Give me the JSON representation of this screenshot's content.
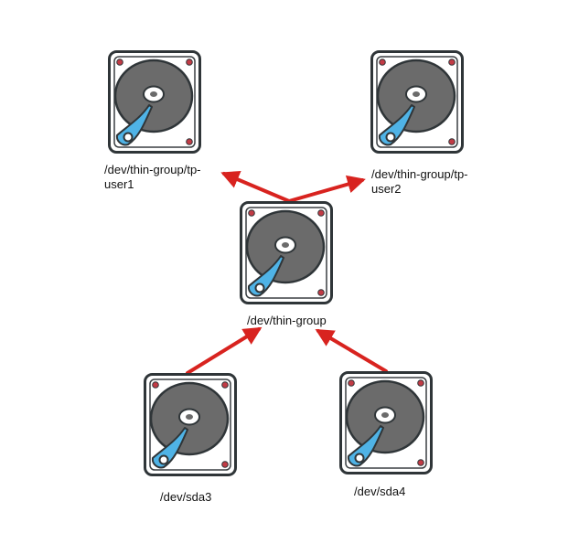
{
  "colors": {
    "drive_outline": "#2f3538",
    "drive_body": "#ffffff",
    "drive_inner_outline": "#3a3f42",
    "platter": "#6b6b6b",
    "spindle": "#ffffff",
    "arm": "#4fb3e6",
    "arm_outline": "#2f3538",
    "screw": "#c23b45",
    "arrow": "#d8231f"
  },
  "nodes": {
    "tp_user1": {
      "label_line1": "/dev/thin-group/tp-",
      "label_line2": "user1",
      "icon": "hard-drive-icon"
    },
    "tp_user2": {
      "label_line1": "/dev/thin-group/tp-",
      "label_line2": "user2",
      "icon": "hard-drive-icon"
    },
    "thin_group": {
      "label": "/dev/thin-group",
      "icon": "hard-drive-icon"
    },
    "sda3": {
      "label": "/dev/sda3",
      "icon": "hard-drive-icon"
    },
    "sda4": {
      "label": "/dev/sda4",
      "icon": "hard-drive-icon"
    }
  },
  "edges": [
    {
      "from": "sda3",
      "to": "thin_group"
    },
    {
      "from": "sda4",
      "to": "thin_group"
    },
    {
      "from": "thin_group",
      "to": "tp_user1"
    },
    {
      "from": "thin_group",
      "to": "tp_user2"
    }
  ]
}
